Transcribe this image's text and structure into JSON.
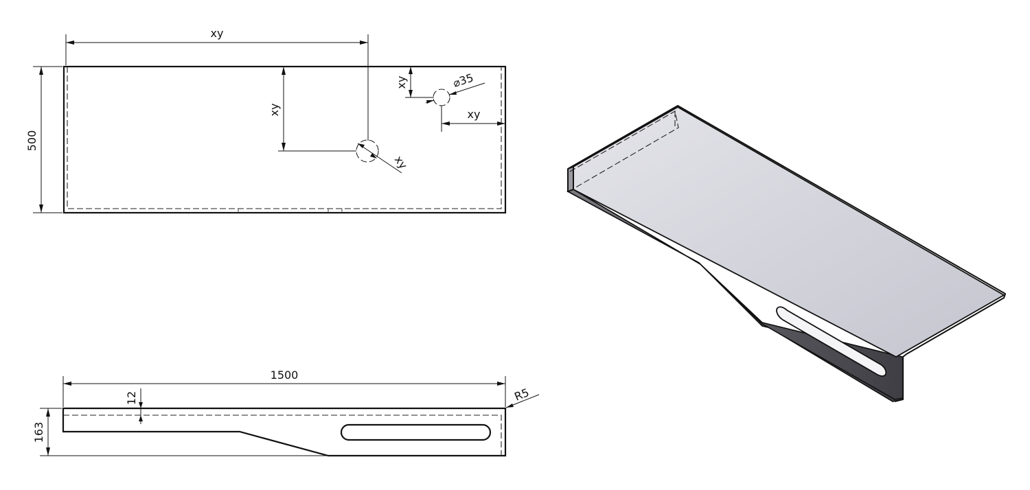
{
  "top_view": {
    "dim_top_width": "xy",
    "dim_height": "500",
    "dim_hole_vertical": "xy",
    "dim_hole_diameter": "xy",
    "dim_small_hole_top": "xy",
    "dim_small_hole_diameter": "⌀35",
    "dim_small_hole_right": "xy"
  },
  "side_view": {
    "dim_length": "1500",
    "dim_thickness": "12",
    "dim_height": "163",
    "dim_radius": "R5"
  },
  "colors": {
    "line": "#111111",
    "iso_top": "#cfd0d8",
    "iso_side": "#55555c",
    "iso_front": "#9a9aa0"
  }
}
